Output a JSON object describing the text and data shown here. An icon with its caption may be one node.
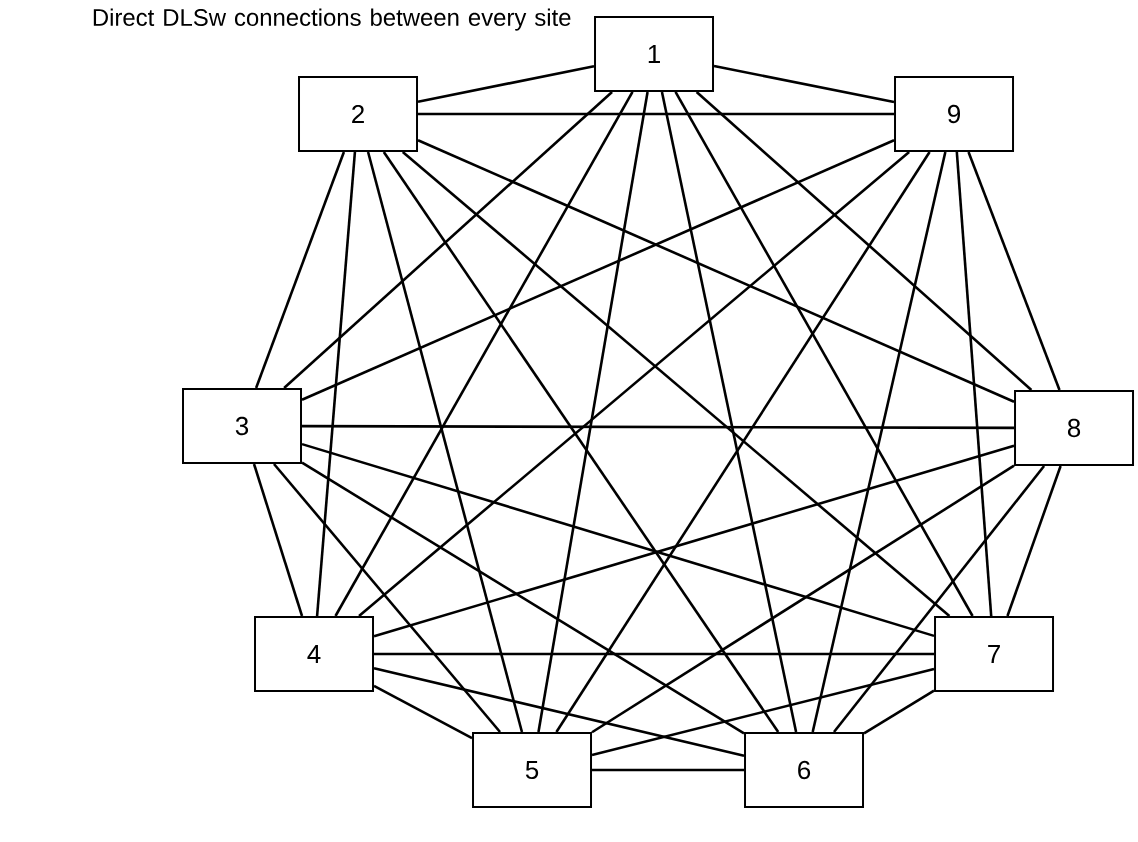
{
  "diagram": {
    "nodes": [
      {
        "text": [
          "1"
        ]
      },
      {
        "text": [
          "2"
        ]
      },
      {
        "text": [
          "3"
        ]
      },
      {
        "text": [
          "4"
        ]
      },
      {
        "text": [
          "5"
        ]
      },
      {
        "text": [
          "6"
        ]
      },
      {
        "text": [
          "7"
        ]
      },
      {
        "text": [
          "8"
        ]
      },
      {
        "text": [
          "9"
        ]
      }
    ],
    "edges": [
      {
        "from": 0,
        "to": 1,
        "arrow": "none"
      },
      {
        "from": 0,
        "to": 2,
        "arrow": "none"
      },
      {
        "from": 0,
        "to": 3,
        "arrow": "none"
      },
      {
        "from": 0,
        "to": 4,
        "arrow": "none"
      },
      {
        "from": 0,
        "to": 5,
        "arrow": "none"
      },
      {
        "from": 0,
        "to": 6,
        "arrow": "none"
      },
      {
        "from": 0,
        "to": 7,
        "arrow": "none"
      },
      {
        "from": 0,
        "to": 8,
        "arrow": "none"
      },
      {
        "from": 1,
        "to": 2,
        "arrow": "none"
      },
      {
        "from": 1,
        "to": 3,
        "arrow": "none"
      },
      {
        "from": 1,
        "to": 4,
        "arrow": "none"
      },
      {
        "from": 1,
        "to": 5,
        "arrow": "none"
      },
      {
        "from": 1,
        "to": 6,
        "arrow": "none"
      },
      {
        "from": 1,
        "to": 7,
        "arrow": "none"
      },
      {
        "from": 1,
        "to": 8,
        "arrow": "none"
      },
      {
        "from": 2,
        "to": 3,
        "arrow": "none"
      },
      {
        "from": 2,
        "to": 4,
        "arrow": "none"
      },
      {
        "from": 2,
        "to": 5,
        "arrow": "none"
      },
      {
        "from": 2,
        "to": 6,
        "arrow": "none"
      },
      {
        "from": 2,
        "to": 7,
        "arrow": "none"
      },
      {
        "from": 2,
        "to": 8,
        "arrow": "none"
      },
      {
        "from": 3,
        "to": 4,
        "arrow": "none"
      },
      {
        "from": 3,
        "to": 5,
        "arrow": "none"
      },
      {
        "from": 3,
        "to": 6,
        "arrow": "none"
      },
      {
        "from": 3,
        "to": 7,
        "arrow": "none"
      },
      {
        "from": 3,
        "to": 8,
        "arrow": "none"
      },
      {
        "from": 4,
        "to": 5,
        "arrow": "none"
      },
      {
        "from": 4,
        "to": 6,
        "arrow": "none"
      },
      {
        "from": 4,
        "to": 7,
        "arrow": "none"
      },
      {
        "from": 4,
        "to": 8,
        "arrow": "none"
      },
      {
        "from": 5,
        "to": 6,
        "arrow": "none"
      },
      {
        "from": 5,
        "to": 7,
        "arrow": "none"
      },
      {
        "from": 5,
        "to": 8,
        "arrow": "none"
      },
      {
        "from": 6,
        "to": 7,
        "arrow": "none"
      },
      {
        "from": 6,
        "to": 8,
        "arrow": "none"
      },
      {
        "from": 7,
        "to": 8,
        "arrow": "none"
      }
    ],
    "labels": [
      "Direct DLSw connections between every site"
    ]
  }
}
